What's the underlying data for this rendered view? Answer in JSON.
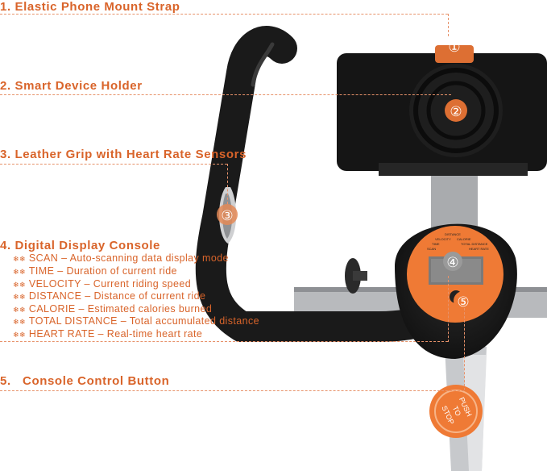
{
  "labels": [
    {
      "num": "1.",
      "text": "Elastic Phone Mount Strap"
    },
    {
      "num": "2.",
      "text": "Smart Device Holder"
    },
    {
      "num": "3.",
      "text": "Leather Grip with Heart Rate Sensors"
    },
    {
      "num": "4.",
      "text": "Digital Display Console"
    },
    {
      "num": "5.",
      "text": "Console Control Button"
    }
  ],
  "console_items": [
    {
      "star": "❄❄",
      "key": "SCAN",
      "desc": "Auto-scanning data display mode"
    },
    {
      "star": "❄❄",
      "key": "TIME",
      "desc": "Duration of current ride"
    },
    {
      "star": "❄❄",
      "key": "VELOCITY",
      "desc": "Current riding speed"
    },
    {
      "star": "❄❄",
      "key": "DISTANCE",
      "desc": "Distance of current ride"
    },
    {
      "star": "❄❄",
      "key": "CALORIE",
      "desc": "Estimated calories burned"
    },
    {
      "star": "❄❄",
      "key": "TOTAL DISTANCE",
      "desc": "Total accumulated distance"
    },
    {
      "star": "❄❄",
      "key": "HEART RATE",
      "desc": "Real-time heart rate"
    }
  ],
  "markers": [
    "①",
    "②",
    "③",
    "④",
    "⑤"
  ],
  "display_labels": {
    "distance": "DISTANCE",
    "velocity": "VELOCITY",
    "calorie": "CALORIE",
    "time": "TIME",
    "total_distance": "TOTAL DISTANCE",
    "scan": "SCAN",
    "heart_rate": "HEART RATE"
  },
  "button": {
    "line1": "PUSH",
    "line2": "TO",
    "line3": "STOP"
  },
  "colors": {
    "accent": "#d9642a",
    "orange": "#f07f3c",
    "black": "#1b1b1b",
    "gray": "#a9abae"
  }
}
